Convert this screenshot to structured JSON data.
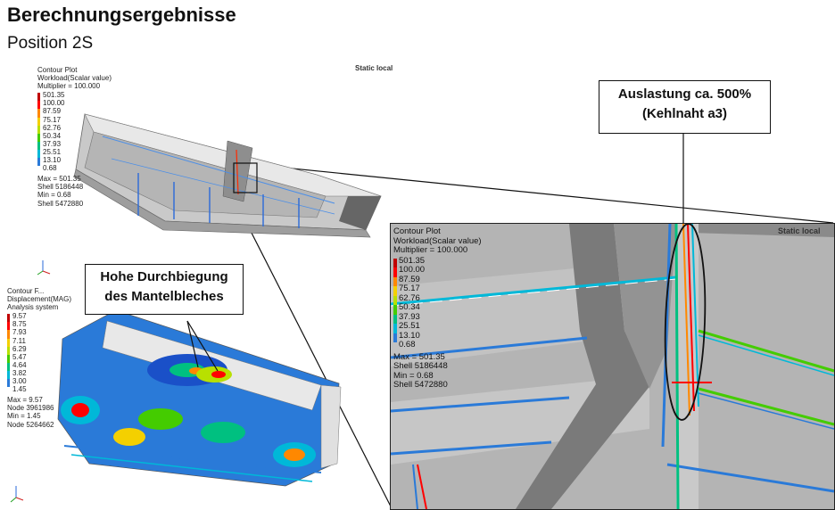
{
  "header": {
    "title": "Berechnungsergebnisse",
    "subtitle": "Position 2S"
  },
  "colors": {
    "ramp": [
      "#c00000",
      "#ff0000",
      "#ff8800",
      "#f4d000",
      "#b8e000",
      "#44cc00",
      "#00c080",
      "#00b8d8",
      "#2a7ad8",
      "#1030c0"
    ]
  },
  "view_label_top": "Static local",
  "legend_workload": {
    "heading": [
      "Contour Plot",
      "Workload(Scalar value)",
      "Multiplier = 100.000"
    ],
    "values": [
      "501.35",
      "100.00",
      "87.59",
      "75.17",
      "62.76",
      "50.34",
      "37.93",
      "25.51",
      "13.10",
      "0.68"
    ],
    "footer": [
      "Max = 501.35",
      "Shell 5186448",
      "Min = 0.68",
      "Shell 5472880"
    ]
  },
  "legend_displacement": {
    "heading": [
      "Contour F...",
      "Displacement(MAG)",
      "Analysis system"
    ],
    "values": [
      "9.57",
      "8.75",
      "7.93",
      "7.11",
      "6.29",
      "5.47",
      "4.64",
      "3.82",
      "3.00",
      "1.45"
    ],
    "footer": [
      "Max = 9.57",
      "Node 3961986",
      "Min = 1.45",
      "Node 5264662"
    ]
  },
  "zoom_view": {
    "static_label": "Static local",
    "legend": {
      "heading": [
        "Contour Plot",
        "Workload(Scalar value)",
        "Multiplier = 100.000"
      ],
      "values": [
        "501.35",
        "100.00",
        "87.59",
        "75.17",
        "62.76",
        "50.34",
        "37.93",
        "25.51",
        "13.10",
        "0.68"
      ],
      "footer": [
        "Max = 501.35",
        "Shell 5186448",
        "Min = 0.68",
        "Shell 5472880"
      ]
    }
  },
  "callout_utilization": {
    "line1": "Auslastung ca. 500%",
    "line2": "(Kehlnaht a3)"
  },
  "callout_deflection": {
    "line1": "Hohe Durchbiegung",
    "line2": "des Mantelbleches"
  }
}
